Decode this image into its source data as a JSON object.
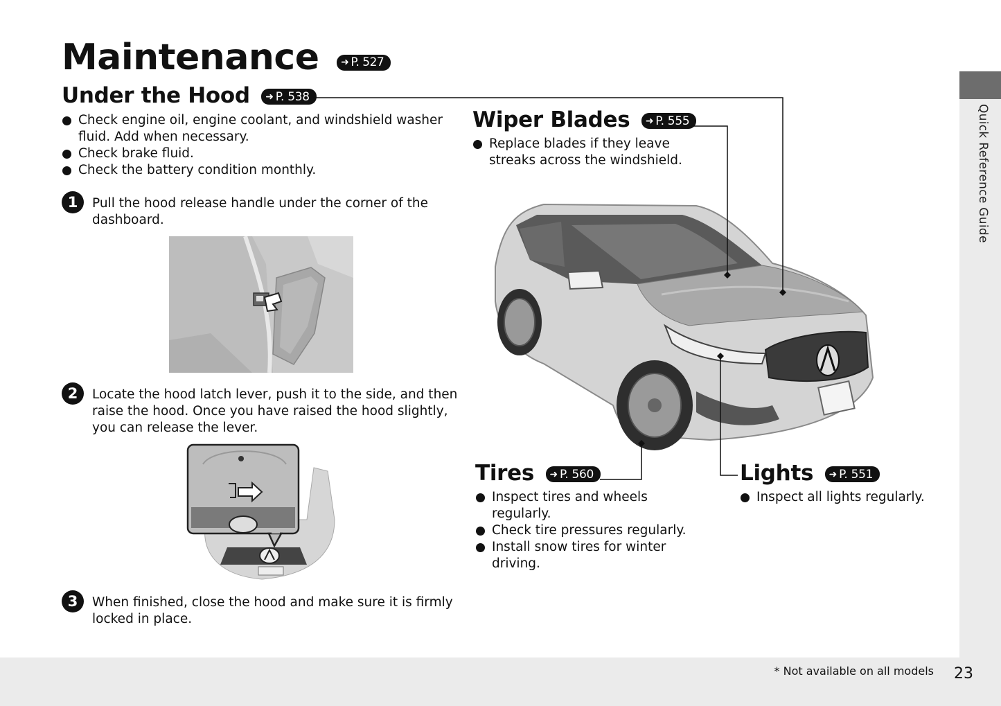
{
  "page": {
    "title": "Maintenance",
    "title_ref": "P. 527",
    "side_label": "Quick Reference Guide",
    "footnote": "* Not available on all models",
    "page_number": "23"
  },
  "under_hood": {
    "heading": "Under the Hood",
    "ref": "P. 538",
    "bullets": [
      "Check engine oil, engine coolant, and windshield washer fluid. Add when necessary.",
      "Check brake fluid.",
      "Check the battery condition monthly."
    ],
    "steps": [
      {
        "num": "1",
        "text": "Pull the hood release handle under the corner of the dashboard."
      },
      {
        "num": "2",
        "text": "Locate the hood latch lever, push it to the side, and then raise the hood. Once you have raised the hood slightly, you can release the lever."
      },
      {
        "num": "3",
        "text": "When finished, close the hood and make sure it is firmly locked in place."
      }
    ]
  },
  "wiper": {
    "heading": "Wiper Blades",
    "ref": "P. 555",
    "bullets": [
      "Replace blades if they leave streaks across the windshield."
    ]
  },
  "tires": {
    "heading": "Tires",
    "ref": "P. 560",
    "bullets": [
      "Inspect tires and wheels regularly.",
      "Check tire pressures regularly.",
      "Install snow tires for winter driving."
    ]
  },
  "lights": {
    "heading": "Lights",
    "ref": "P. 551",
    "bullets": [
      "Inspect all lights regularly."
    ]
  }
}
